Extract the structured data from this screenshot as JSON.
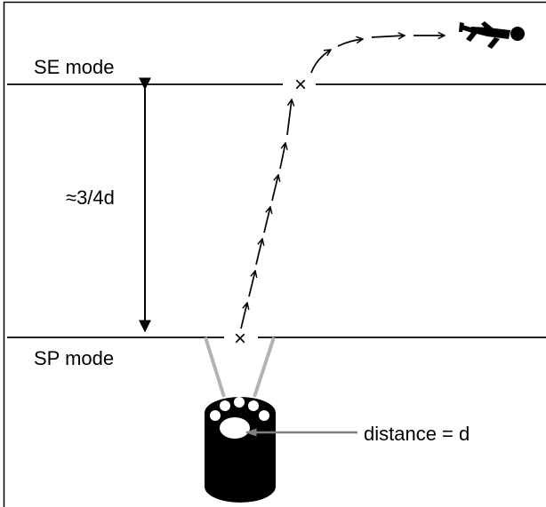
{
  "labels": {
    "se_mode": "SE mode",
    "sp_mode": "SP mode",
    "gap": "≈3/4d",
    "distance": "distance = d"
  },
  "markers": {
    "crossing": "×"
  },
  "icons": {
    "walker": "walking-person-icon",
    "cylinder": "cylinder-source-icon"
  },
  "colors": {
    "line": "#000000",
    "beam": "#b3b3b3",
    "background": "#ffffff"
  }
}
